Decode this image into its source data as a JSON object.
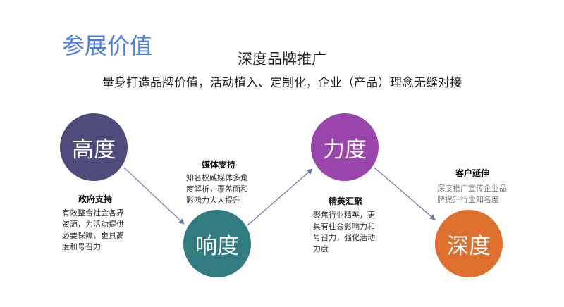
{
  "page": {
    "title": "参展价值",
    "headline": "深度品牌推广",
    "subline": "量身打造品牌价值，活动植入、定制化，企业（产品）理念无缝对接"
  },
  "colors": {
    "title": "#4a7ee0",
    "circle_1": "#4e4a7a",
    "circle_2": "#2f7b80",
    "circle_3": "#9a45ac",
    "circle_4": "#df6f2d",
    "arrow": "#6a78a8"
  },
  "steps": [
    {
      "circle": "高度",
      "label": "政府支持",
      "desc": [
        "有效整合社会各界",
        "资源，为活动提供",
        "必要保障，更具高",
        "度和号召力"
      ]
    },
    {
      "circle": "响度",
      "label": "媒体支持",
      "desc": [
        "知名权威媒体多角",
        "度解析，覆盖面和",
        "影响力大大提升"
      ]
    },
    {
      "circle": "力度",
      "label": "精英汇聚",
      "desc": [
        "聚焦行业精英，更",
        "具有社会影响力和",
        "号召力，强化活动",
        "力度"
      ]
    },
    {
      "circle": "深度",
      "label": "客户延伸",
      "desc": [
        "深度推广宣传企业品",
        "牌提升行业知名度"
      ]
    }
  ]
}
